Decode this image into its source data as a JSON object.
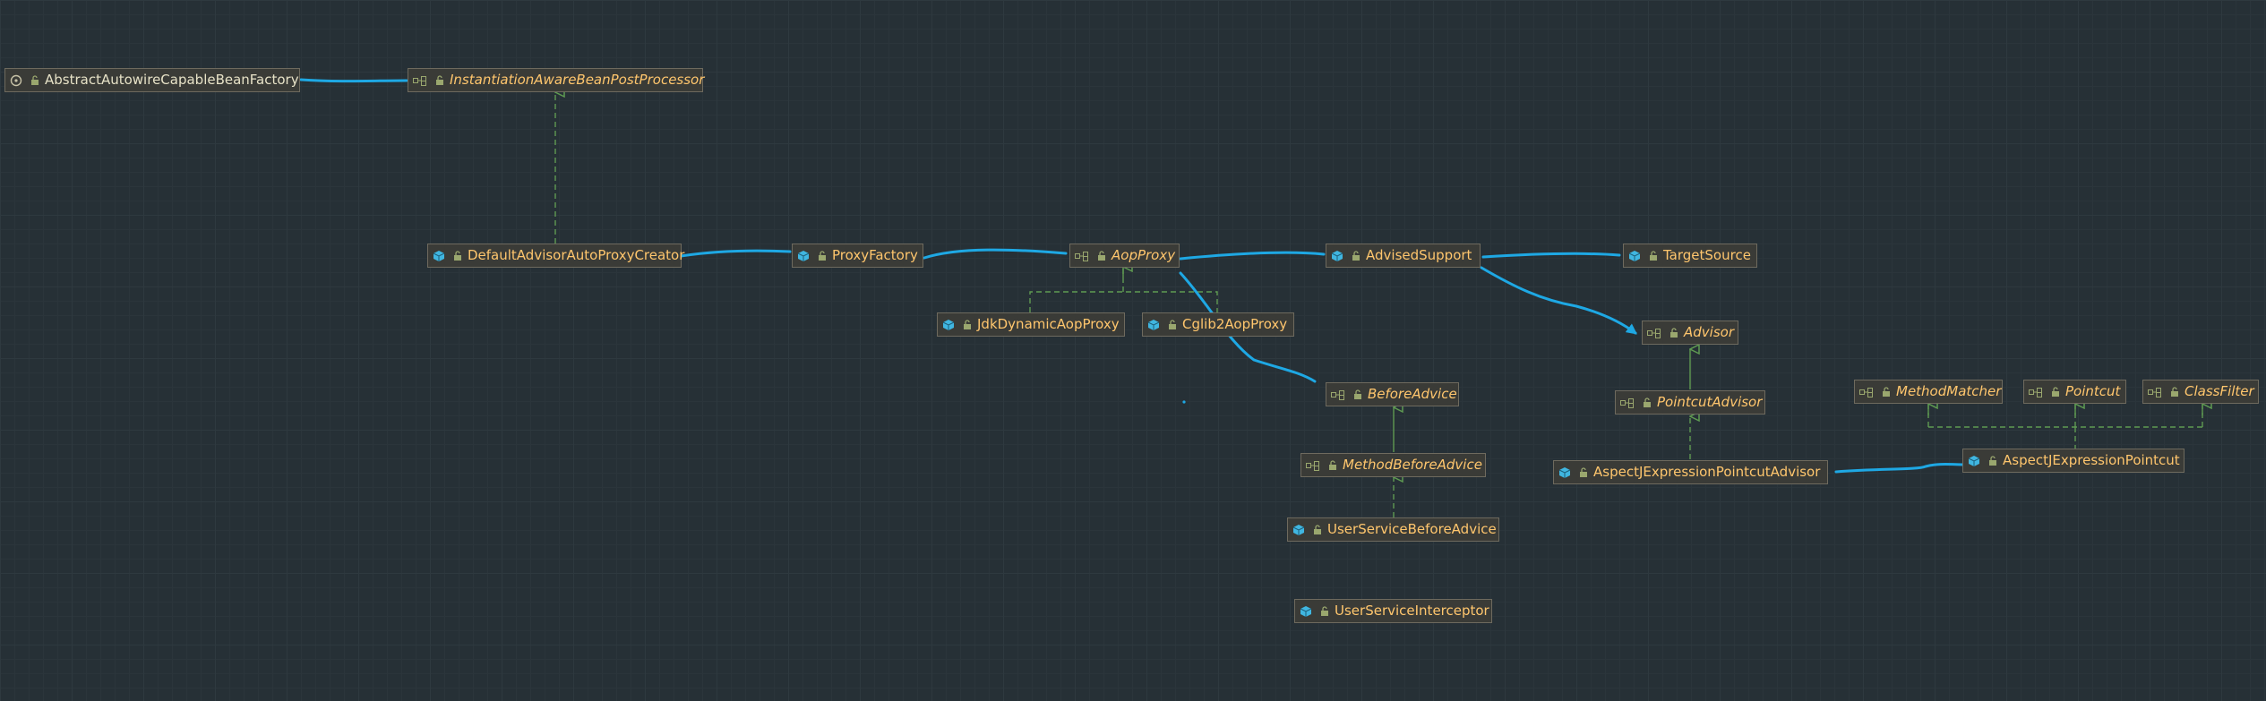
{
  "nodes": [
    {
      "id": "abstract-autowire",
      "label": "AbstractAutowireCapableBeanFactory",
      "kind": "abstract"
    },
    {
      "id": "instantiation-aware",
      "label": "InstantiationAwareBeanPostProcessor",
      "kind": "interface"
    },
    {
      "id": "default-advisor",
      "label": "DefaultAdvisorAutoProxyCreator",
      "kind": "class"
    },
    {
      "id": "proxy-factory",
      "label": "ProxyFactory",
      "kind": "class"
    },
    {
      "id": "aop-proxy",
      "label": "AopProxy",
      "kind": "interface"
    },
    {
      "id": "advised-support",
      "label": "AdvisedSupport",
      "kind": "class"
    },
    {
      "id": "target-source",
      "label": "TargetSource",
      "kind": "class"
    },
    {
      "id": "jdk-dynamic",
      "label": "JdkDynamicAopProxy",
      "kind": "class"
    },
    {
      "id": "cglib2",
      "label": "Cglib2AopProxy",
      "kind": "class"
    },
    {
      "id": "advisor",
      "label": "Advisor",
      "kind": "interface"
    },
    {
      "id": "before-advice",
      "label": "BeforeAdvice",
      "kind": "interface"
    },
    {
      "id": "pointcut-advisor",
      "label": "PointcutAdvisor",
      "kind": "interface"
    },
    {
      "id": "method-matcher",
      "label": "MethodMatcher",
      "kind": "interface"
    },
    {
      "id": "pointcut",
      "label": "Pointcut",
      "kind": "interface"
    },
    {
      "id": "class-filter",
      "label": "ClassFilter",
      "kind": "interface"
    },
    {
      "id": "method-before-advice",
      "label": "MethodBeforeAdvice",
      "kind": "interface"
    },
    {
      "id": "aspectj-advisor",
      "label": "AspectJExpressionPointcutAdvisor",
      "kind": "class"
    },
    {
      "id": "aspectj-pointcut",
      "label": "AspectJExpressionPointcut",
      "kind": "class"
    },
    {
      "id": "user-service-before",
      "label": "UserServiceBeforeAdvice",
      "kind": "class"
    },
    {
      "id": "user-service-interceptor",
      "label": "UserServiceInterceptor",
      "kind": "class"
    }
  ],
  "edges": [
    {
      "from": "default-advisor",
      "to": "instantiation-aware",
      "type": "implements"
    },
    {
      "from": "jdk-dynamic",
      "to": "aop-proxy",
      "type": "implements"
    },
    {
      "from": "cglib2",
      "to": "aop-proxy",
      "type": "implements"
    },
    {
      "from": "pointcut-advisor",
      "to": "advisor",
      "type": "extends"
    },
    {
      "from": "aspectj-advisor",
      "to": "pointcut-advisor",
      "type": "implements"
    },
    {
      "from": "method-before-advice",
      "to": "before-advice",
      "type": "extends"
    },
    {
      "from": "user-service-before",
      "to": "method-before-advice",
      "type": "implements"
    },
    {
      "from": "aspectj-pointcut",
      "to": "method-matcher",
      "type": "implements"
    },
    {
      "from": "aspectj-pointcut",
      "to": "pointcut",
      "type": "implements"
    },
    {
      "from": "aspectj-pointcut",
      "to": "class-filter",
      "type": "implements"
    }
  ],
  "annotations": [
    {
      "from": "abstract-autowire",
      "to": "instantiation-aware",
      "type": "hand-drawn-link"
    },
    {
      "from": "default-advisor",
      "to": "proxy-factory",
      "type": "hand-drawn-link"
    },
    {
      "from": "proxy-factory",
      "to": "aop-proxy",
      "type": "hand-drawn-link"
    },
    {
      "from": "aop-proxy",
      "to": "advised-support",
      "type": "hand-drawn-link"
    },
    {
      "from": "advised-support",
      "to": "target-source",
      "type": "hand-drawn-link"
    },
    {
      "from": "advised-support",
      "to": "advisor",
      "type": "hand-drawn-arrow"
    },
    {
      "from": "aop-proxy",
      "to": "before-advice",
      "type": "hand-drawn-link"
    },
    {
      "from": "aspectj-advisor",
      "to": "aspectj-pointcut",
      "type": "hand-drawn-link"
    }
  ],
  "colors": {
    "background": "#263036",
    "node_fill": "#3a3b37",
    "node_border": "#6e6a5e",
    "class_text": "#ffc66d",
    "abstract_text": "#e7e2c7",
    "inheritance": "#5f9b52",
    "annotation": "#1ea8e4",
    "class_icon": "#40b6e0",
    "interface_icon": "#9aa76e"
  }
}
